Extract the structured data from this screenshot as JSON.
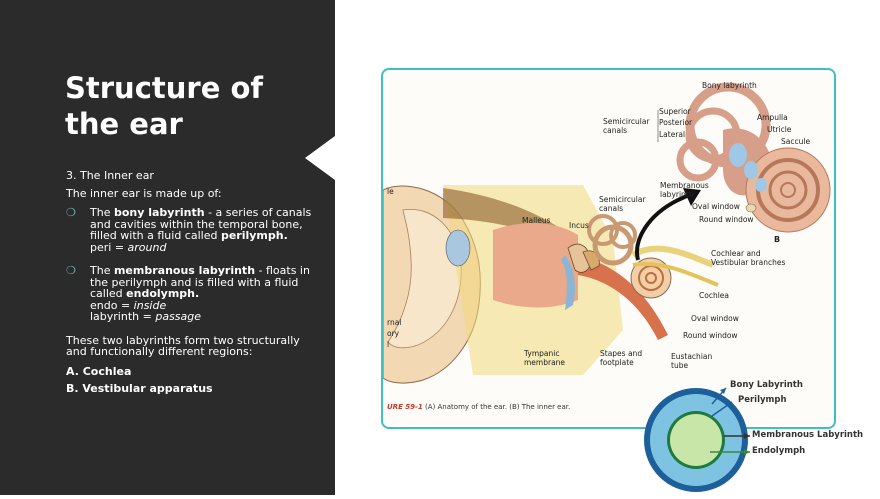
{
  "slide": {
    "title": "Structure of the ear",
    "intro_section": "3. The Inner ear",
    "intro_line": "The inner ear is made up of:",
    "bullets": [
      {
        "prefix": "The ",
        "bold": "bony labyrinth",
        "rest": " - a series of canals and cavities within the temporal bone, filled with a fluid called ",
        "bold2": "perilymph.",
        "note_a": "peri = ",
        "note_b": "around"
      },
      {
        "prefix": " The ",
        "bold": "membranous labyrinth",
        "rest": " - floats in the perilymph and is filled with a fluid called ",
        "bold2": "endolymph.",
        "note1_a": "endo = ",
        "note1_b": "inside",
        "note2_a": "labyrinth = ",
        "note2_b": "passage"
      }
    ],
    "summary": "These two labyrinths form two structurally and functionally different regions:",
    "region_a": "A. Cochlea",
    "region_b": "B. Vestibular apparatus"
  },
  "figure": {
    "labels": {
      "bony_labyrinth": "Bony labyrinth",
      "superior": "Superior",
      "posterior": "Posterior",
      "lateral": "Lateral",
      "semicircular_canals_top": "Semicircular canals",
      "ampulla": "Ampulla",
      "utricle": "Utricle",
      "saccule": "Saccule",
      "membranous_labyrinth": "Membranous labyrinth",
      "oval_window_top": "Oval window",
      "round_window_top": "Round window",
      "b_marker": "B",
      "le_fragment": "le",
      "semicircular_canals_mid": "Semicircular canals",
      "malleus": "Malleus",
      "incus": "Incus",
      "cochlear_vestibular": "Cochlear and Vestibular branches",
      "cochlea": "Cochlea",
      "oval_window_bottom": "Oval window",
      "round_window_bottom": "Round window",
      "rnal_fragment": "rnal",
      "ory_fragment": "ory",
      "bar_fragment": "l",
      "tympanic_membrane": "Tympanic membrane",
      "stapes": "Stapes and footplate",
      "eustachian": "Eustachian tube"
    },
    "caption_fig": "URE 59-1",
    "caption_text": "(A) Anatomy of the ear. (B) The inner ear."
  },
  "diagram": {
    "bony": "Bony Labyrinth",
    "perilymph": "Perilymph",
    "membranous": "Membranous Labyrinth",
    "endolymph": "Endolymph"
  }
}
